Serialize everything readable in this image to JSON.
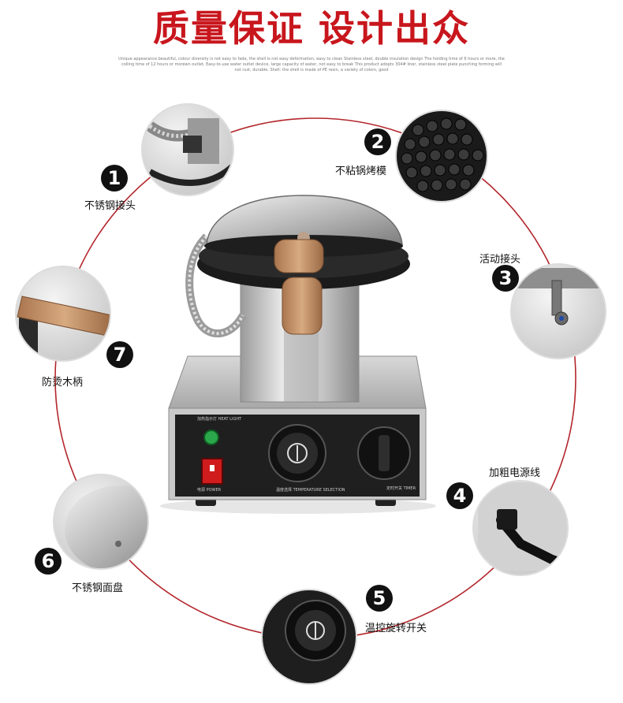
{
  "headline": "质量保证 设计出众",
  "subline": "Unique appearance beautiful, colour diversity is not easy to fade, the shell is not easy deformation, easy to clean Stainless steel, double insulation design The holding time of 6 hours or more, the colling time of 12 hours or morewn outlet, Easy-to-use water outlet device, large capacity of water, not easy to break This product adopts 304# liner, stainless steel plate punching forming will not rust, durable. Shell: the shell is made of PE resin, a variety of colors, good",
  "features": [
    {
      "number": "1",
      "label": "不锈钢接头"
    },
    {
      "number": "2",
      "label": "不粘锅烤模"
    },
    {
      "number": "3",
      "label": "活动接头"
    },
    {
      "number": "4",
      "label": "加粗电源线"
    },
    {
      "number": "5",
      "label": "温控旋转开关"
    },
    {
      "number": "6",
      "label": "不锈钢面盘"
    },
    {
      "number": "7",
      "label": "防烫木柄"
    }
  ],
  "panel": {
    "heat_light": "加热指示灯 HEAT LIGHT",
    "power": "电源 POWER",
    "temp": "温度选择 TEMPERATURE SELECTION",
    "timer": "定时开关 TIMER"
  },
  "colors": {
    "accent": "#c8161d",
    "circle": "#b3262c",
    "badge": "#111111"
  }
}
